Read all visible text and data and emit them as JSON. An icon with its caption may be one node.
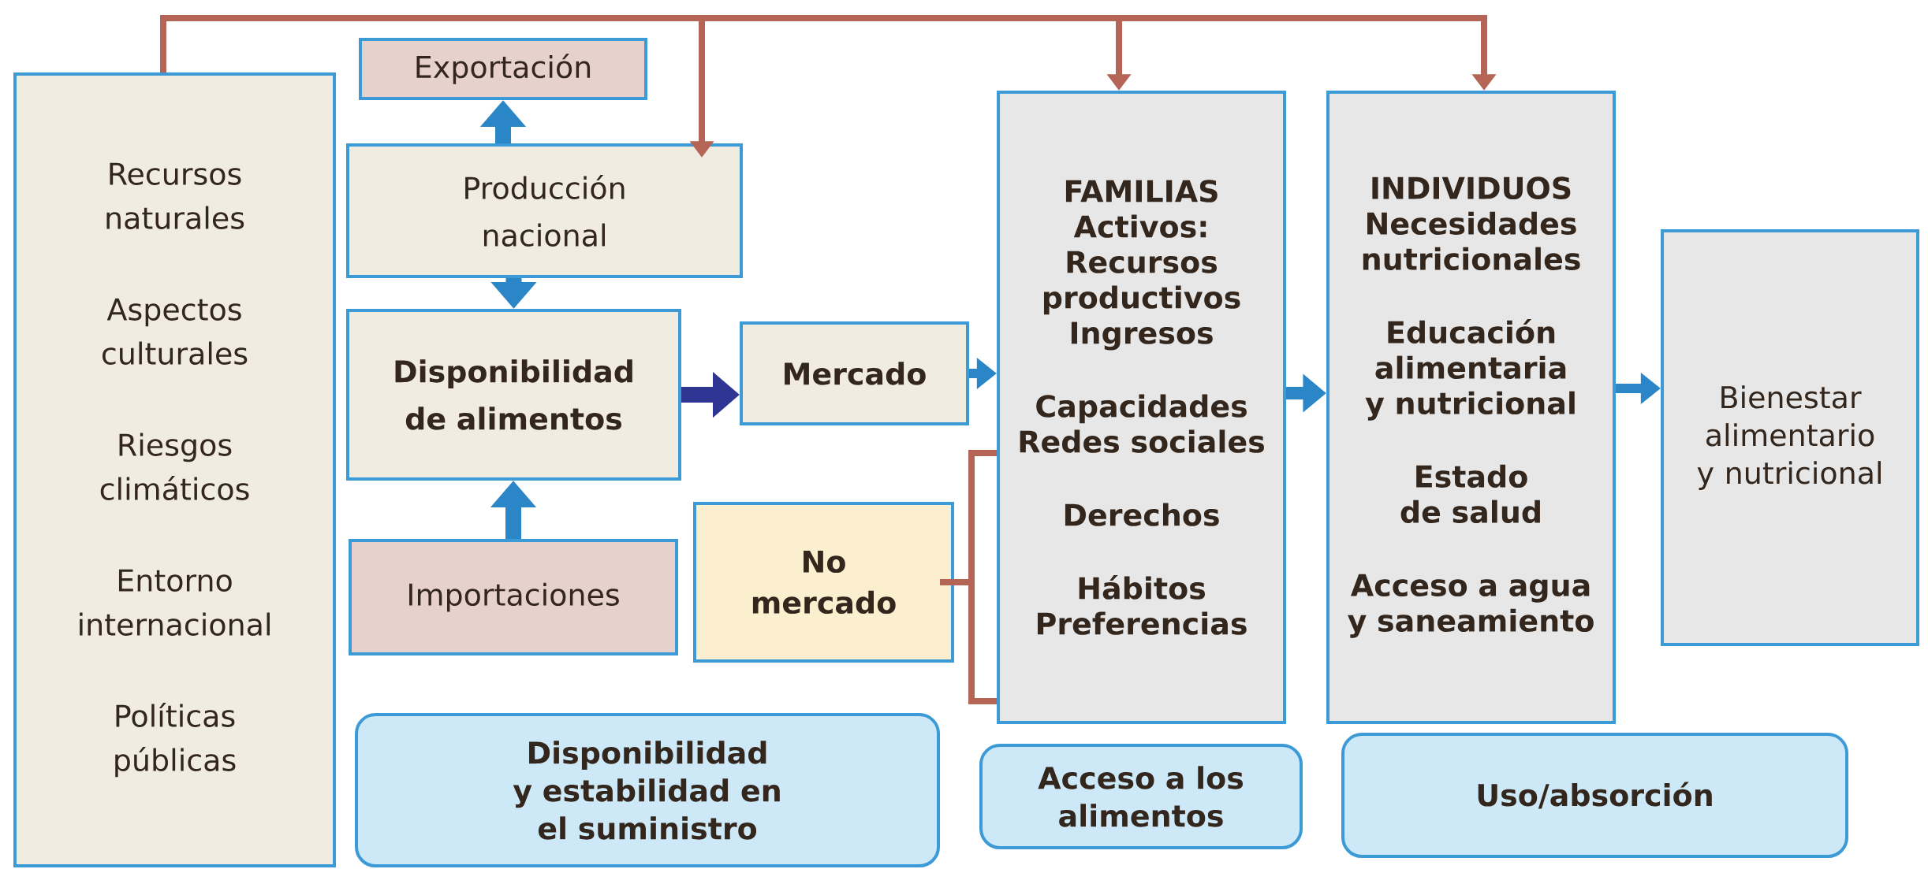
{
  "diagram": {
    "nodes": [
      {
        "text": [
          "Recursos naturales",
          "Aspectos culturales",
          "Riesgos climáticos",
          "Entorno internacional",
          "Políticas públicas"
        ]
      },
      {
        "text": [
          "Exportación"
        ]
      },
      {
        "text": [
          "Producción nacional"
        ]
      },
      {
        "text": [
          "Disponibilidad de alimentos"
        ]
      },
      {
        "text": [
          "Mercado"
        ]
      },
      {
        "text": [
          "Importaciones"
        ]
      },
      {
        "text": [
          "No mercado"
        ]
      },
      {
        "text": [
          "FAMILIAS Activos: Recursos productivos Ingresos",
          "Capacidades Redes sociales",
          "Derechos",
          "Hábitos Preferencias"
        ]
      },
      {
        "text": [
          "INDIVIDUOS Necesidades nutricionales",
          "Educación alimentaria y nutricional",
          "Estado de salud",
          "Acceso a agua y saneamiento"
        ]
      },
      {
        "text": [
          "Bienestar alimentario y nutricional"
        ]
      },
      {
        "text": [
          "Disponibilidad y estabilidad en el suministro"
        ]
      },
      {
        "text": [
          "Acceso a los alimentos"
        ]
      },
      {
        "text": [
          "Uso/absorción"
        ]
      }
    ],
    "edges": [
      {
        "from": 2,
        "to": 1,
        "arrow": "to",
        "color": "#2b86c8"
      },
      {
        "from": 2,
        "to": 3,
        "arrow": "to",
        "color": "#2b86c8"
      },
      {
        "from": 5,
        "to": 3,
        "arrow": "to",
        "color": "#2b86c8"
      },
      {
        "from": 3,
        "to": 4,
        "arrow": "to",
        "color": "#2e3592"
      },
      {
        "from": 4,
        "to": 7,
        "arrow": "to",
        "color": "#2b86c8"
      },
      {
        "from": 7,
        "to": 8,
        "arrow": "to",
        "color": "#2b86c8"
      },
      {
        "from": 8,
        "to": 9,
        "arrow": "to",
        "color": "#2b86c8"
      },
      {
        "from": 0,
        "to": 2,
        "arrow": "to",
        "color": "#b56555"
      },
      {
        "from": 0,
        "to": 7,
        "arrow": "to",
        "color": "#b56555"
      },
      {
        "from": 0,
        "to": 8,
        "arrow": "to",
        "color": "#b56555"
      },
      {
        "from": 6,
        "to": 7,
        "arrow": "none",
        "color": "#b56555"
      }
    ]
  }
}
